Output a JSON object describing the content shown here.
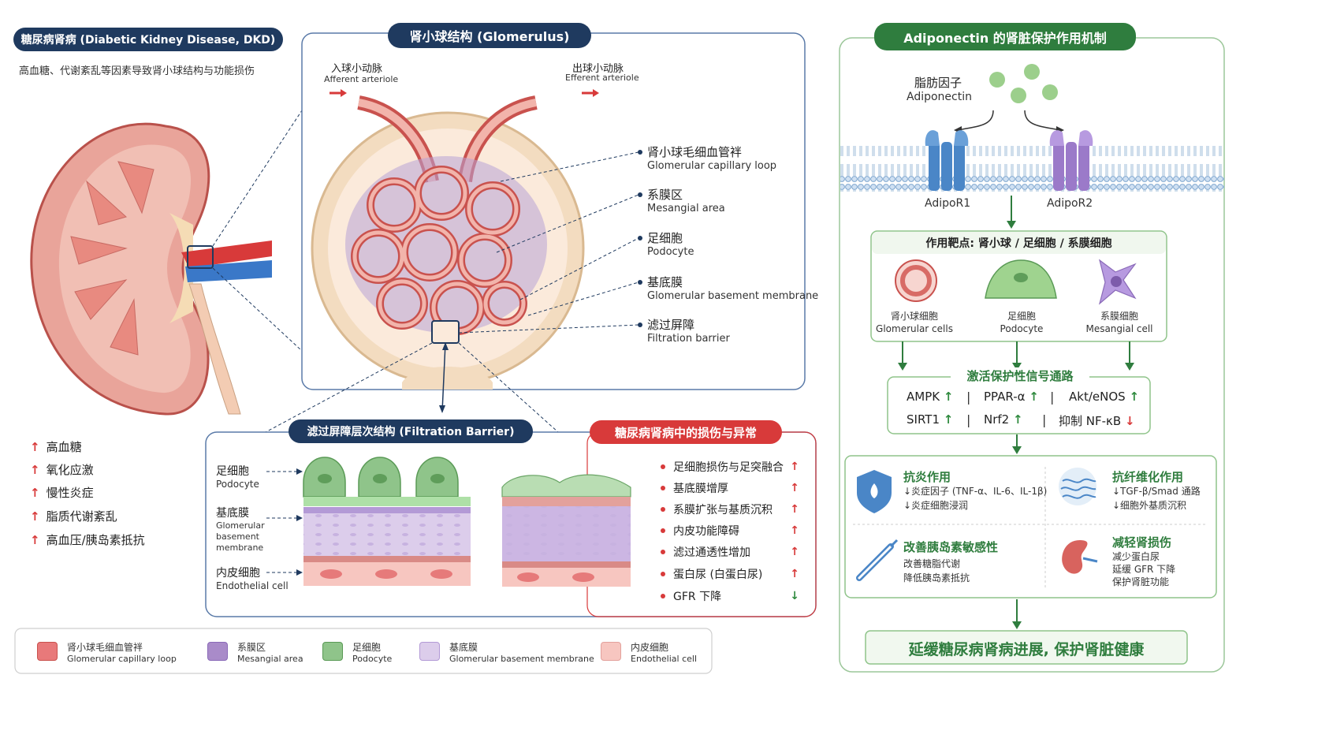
{
  "left": {
    "title": "糖尿病肾病 (Diabetic Kidney Disease, DKD)",
    "subtitle": "高血糖、代谢紊乱等因素导致肾小球结构与功能损伤",
    "risks": [
      "高血糖",
      "氧化应激",
      "慢性炎症",
      "脂质代谢紊乱",
      "高血压/胰岛素抵抗"
    ]
  },
  "glomerulus": {
    "title": "肾小球结构 (Glomerulus)",
    "afferent_cn": "入球小动脉",
    "afferent_en": "Afferent arteriole",
    "efferent_cn": "出球小动脉",
    "efferent_en": "Efferent arteriole",
    "labels": [
      {
        "cn": "肾小球毛细血管袢",
        "en": "Glomerular capillary loop"
      },
      {
        "cn": "系膜区",
        "en": "Mesangial  area"
      },
      {
        "cn": "足细胞",
        "en": "Podocyte"
      },
      {
        "cn": "基底膜",
        "en": "Glomerular basement membrane"
      },
      {
        "cn": "滤过屏障",
        "en": "Filtration barrier"
      }
    ]
  },
  "filtration": {
    "title": "滤过屏障层次结构 (Filtration Barrier)",
    "podocyte_cn": "足细胞",
    "podocyte_en": "Podocyte",
    "gbm_cn": "基底膜",
    "gbm_en_1": "Glomerular",
    "gbm_en_2": "basement",
    "gbm_en_3": "membrane",
    "endo_cn": "内皮细胞",
    "endo_en": "Endothelial cell"
  },
  "damage": {
    "title": "糖尿病肾病中的损伤与异常",
    "items": [
      {
        "text": "足细胞损伤与足突融合",
        "arrow": "↑"
      },
      {
        "text": "基底膜增厚",
        "arrow": "↑"
      },
      {
        "text": "系膜扩张与基质沉积",
        "arrow": "↑"
      },
      {
        "text": "内皮功能障碍",
        "arrow": "↑"
      },
      {
        "text": "滤过通透性增加",
        "arrow": "↑"
      },
      {
        "text": "蛋白尿 (白蛋白尿)",
        "arrow": "↑"
      },
      {
        "text": "GFR  下降",
        "arrow": "↓"
      }
    ]
  },
  "legend": [
    {
      "cn": "肾小球毛细血管袢",
      "en": "Glomerular capillary loop",
      "color": "#e8797a"
    },
    {
      "cn": "系膜区",
      "en": "Mesangial area",
      "color": "#a98bc9"
    },
    {
      "cn": "足细胞",
      "en": "Podocyte",
      "color": "#8fc48a"
    },
    {
      "cn": "基底膜",
      "en": "Glomerular basement membrane",
      "color": "#dccdeb"
    },
    {
      "cn": "内皮细胞",
      "en": "Endothelial cell",
      "color": "#f7c6c0"
    }
  ],
  "adiponectin": {
    "title": "Adiponectin 的肾脏保护作用机制",
    "factor_cn": "脂肪因子",
    "factor_en": "Adiponectin",
    "receptor1": "AdipoR1",
    "receptor2": "AdipoR2",
    "targets_title": "作用靶点: 肾小球 / 足细胞 / 系膜细胞",
    "targets": [
      {
        "cn": "肾小球细胞",
        "en": "Glomerular cells"
      },
      {
        "cn": "足细胞",
        "en": "Podocyte"
      },
      {
        "cn": "系膜细胞",
        "en": "Mesangial cell"
      }
    ],
    "signal_title": "激活保护性信号通路",
    "signals_row1": [
      "AMPK",
      "PPAR-α",
      "Akt/eNOS"
    ],
    "signals_row2": [
      "SIRT1",
      "Nrf2",
      "抑制 NF-κB"
    ],
    "effects": [
      {
        "title": "抗炎作用",
        "lines": [
          "↓炎症因子 (TNF-α、IL-6、IL-1β)",
          "↓炎症细胞浸润"
        ]
      },
      {
        "title": "抗纤维化作用",
        "lines": [
          "↓TGF-β/Smad 通路",
          "↓细胞外基质沉积"
        ]
      },
      {
        "title": "改善胰岛素敏感性",
        "lines": [
          "改善糖脂代谢",
          "降低胰岛素抵抗"
        ]
      },
      {
        "title": "减轻肾损伤",
        "lines": [
          "减少蛋白尿",
          "延缓  GFR  下降",
          "保护肾脏功能"
        ]
      }
    ],
    "conclusion": "延缓糖尿病肾病进展, 保护肾脏健康"
  },
  "colors": {
    "navy": "#1f3a5f",
    "red": "#d83a3a",
    "green": "#2f7d3e"
  }
}
